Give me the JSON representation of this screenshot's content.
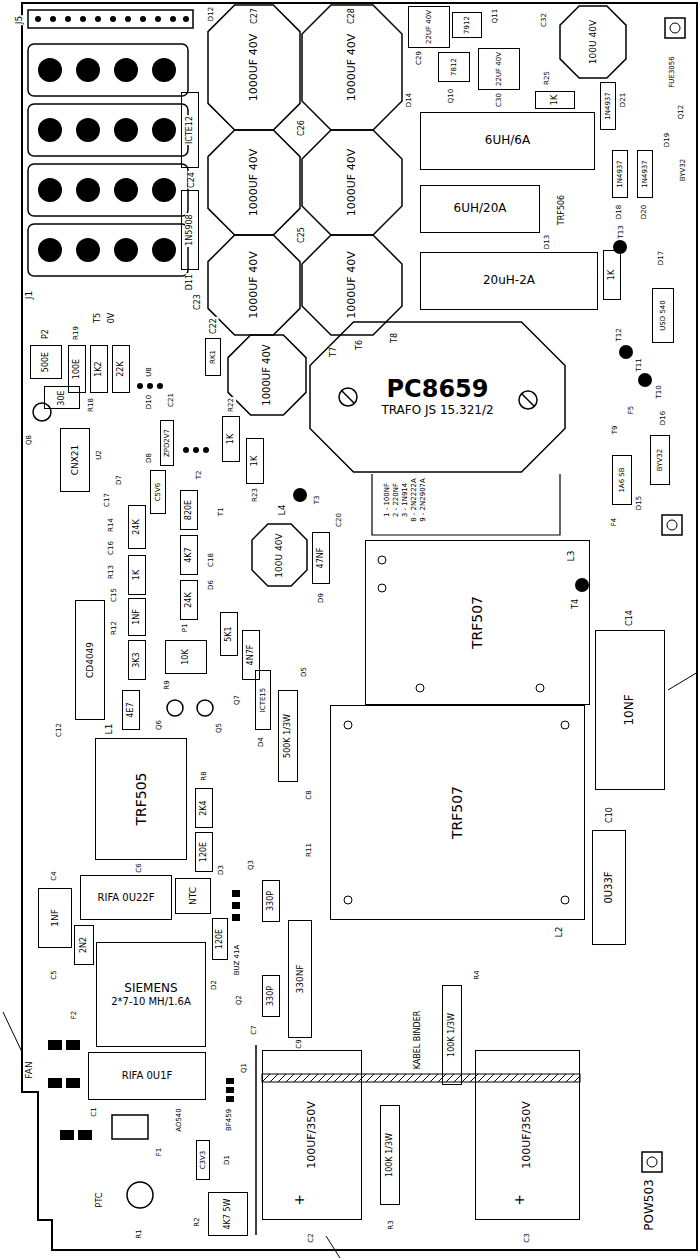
{
  "diagram": {
    "nodes": [
      {
        "text": [
          "1000UF 40V"
        ]
      },
      {
        "text": [
          "1000UF 40V"
        ]
      },
      {
        "text": [
          "22UF 40V"
        ]
      },
      {
        "text": [
          "7912"
        ]
      },
      {
        "text": [
          "100U 40V"
        ]
      },
      {
        "text": [
          "7812"
        ]
      },
      {
        "text": [
          "22UF 40V"
        ]
      },
      {
        "text": [
          "1K"
        ]
      },
      {
        "text": [
          "1N4937"
        ]
      },
      {
        "text": [
          "ICTE12"
        ]
      },
      {
        "text": [
          "1000UF 40V"
        ]
      },
      {
        "text": [
          "1000UF 40V"
        ]
      },
      {
        "text": [
          "6UH/6A"
        ]
      },
      {
        "text": [
          "1N4937"
        ]
      },
      {
        "text": [
          "1N4937"
        ]
      },
      {
        "text": [
          "1N5908"
        ]
      },
      {
        "text": [
          "6UH/20A"
        ]
      },
      {
        "text": [
          "1000UF 40V"
        ]
      },
      {
        "text": [
          "1000UF 40V"
        ]
      },
      {
        "text": [
          "20uH-2A"
        ]
      },
      {
        "text": [
          "1K"
        ]
      },
      {
        "text": [
          "USD 540"
        ]
      },
      {
        "text": [
          "500E"
        ]
      },
      {
        "text": [
          "100E"
        ]
      },
      {
        "text": [
          "1K2"
        ]
      },
      {
        "text": [
          "22K"
        ]
      },
      {
        "text": [
          "RK1"
        ]
      },
      {
        "text": [
          "1000UF 40V"
        ]
      },
      {
        "text": [
          "30E"
        ]
      },
      {
        "text": [
          "CNX21"
        ]
      },
      {
        "text": [
          "ZPD2V7"
        ]
      },
      {
        "text": [
          "1K"
        ]
      },
      {
        "text": [
          "1K"
        ]
      },
      {
        "text": [
          "PC8659",
          "TRAFO JS 15.321/2"
        ]
      },
      {
        "text": [
          "BYV32"
        ]
      },
      {
        "text": [
          "1A6 SB"
        ]
      },
      {
        "text": [
          "C5V6"
        ]
      },
      {
        "text": [
          "820E"
        ]
      },
      {
        "text": [
          "24K"
        ]
      },
      {
        "text": [
          "100U 40V"
        ]
      },
      {
        "text": [
          "47NF"
        ]
      },
      {
        "text": [
          "4K7"
        ]
      },
      {
        "text": [
          "1K"
        ]
      },
      {
        "text": [
          "24K"
        ]
      },
      {
        "text": [
          "1NF"
        ]
      },
      {
        "text": [
          "CD4049"
        ]
      },
      {
        "text": [
          "5K1"
        ]
      },
      {
        "text": [
          "4N7F"
        ]
      },
      {
        "text": [
          "3K3"
        ]
      },
      {
        "text": [
          "10K"
        ]
      },
      {
        "text": [
          "4E7"
        ]
      },
      {
        "text": [
          "ICTE15"
        ]
      },
      {
        "text": [
          "500K 1/3W"
        ]
      },
      {
        "text": [
          "TRF507"
        ]
      },
      {
        "text": [
          "10NF"
        ]
      },
      {
        "text": [
          "TRF505"
        ]
      },
      {
        "text": [
          "2K4"
        ]
      },
      {
        "text": [
          "120E"
        ]
      },
      {
        "text": [
          "TRF507"
        ]
      },
      {
        "text": [
          "RIFA 0U22F"
        ]
      },
      {
        "text": [
          "NTC"
        ]
      },
      {
        "text": [
          "330P"
        ]
      },
      {
        "text": [
          "1NF"
        ]
      },
      {
        "text": [
          "120E"
        ]
      },
      {
        "text": [
          "330NF"
        ]
      },
      {
        "text": [
          "2N2"
        ]
      },
      {
        "text": [
          "SIEMENS",
          "2*7-10 MH/1.6A"
        ]
      },
      {
        "text": [
          "0U33F"
        ]
      },
      {
        "text": [
          "330P"
        ]
      },
      {
        "text": [
          "RIFA 0U1F"
        ]
      },
      {
        "text": [
          "100UF/350V"
        ]
      },
      {
        "text": [
          "100K 1/3W"
        ]
      },
      {
        "text": [
          "100K 1/3W"
        ]
      },
      {
        "text": [
          "100UF/350V"
        ]
      },
      {
        "text": [
          "C3V3"
        ]
      },
      {
        "text": [
          "4K7 5W"
        ]
      }
    ],
    "labels": [
      "J5",
      "J1",
      "D12",
      "C27",
      "C28",
      "C24",
      "C26",
      "D11",
      "C23",
      "C25",
      "C22",
      "C29",
      "Q11",
      "C32",
      "Q10",
      "C30",
      "R25",
      "D21",
      "FUE3056",
      "Q12",
      "D19",
      "BYV32",
      "D14",
      "D18",
      "D20",
      "T13",
      "TRF506",
      "D13",
      "D17",
      "T12",
      "T11",
      "T10",
      "D16",
      "F5",
      "T9",
      "D15",
      "F4",
      "T8",
      "T6",
      "T7",
      "L3",
      "T4",
      "C14",
      "C10",
      "L2",
      "T5",
      "0V",
      "P2",
      "R19",
      "U8",
      "R18",
      "Q8",
      "U2",
      "D10",
      "C21",
      "T2",
      "R22",
      "R23",
      "T1",
      "L4",
      "T3",
      "C20",
      "D9",
      "D8",
      "D7",
      "C17",
      "R14",
      "C16",
      "R13",
      "C15",
      "R12",
      "C18",
      "D6",
      "P1",
      "R9",
      "Q6",
      "Q5",
      "Q7",
      "D4",
      "D5",
      "C12",
      "L1",
      "R8",
      "D3",
      "Q3",
      "C8",
      "R11",
      "C4",
      "C6",
      "BUZ 41A",
      "D2",
      "Q2",
      "C7",
      "C9",
      "C5",
      "F2",
      "FAN",
      "C1",
      "Q1",
      "BF459",
      "AO540",
      "F1",
      "D1",
      "PTC",
      "R1",
      "R2",
      "KABEL BINDER",
      "+",
      "+",
      "R4",
      "R3",
      "C2",
      "C3",
      "POW503",
      "1 - 100NF",
      "2 - 220NF",
      "3 - 1N914",
      "8 - 2N2222A",
      "9 - 2N2907A"
    ]
  }
}
